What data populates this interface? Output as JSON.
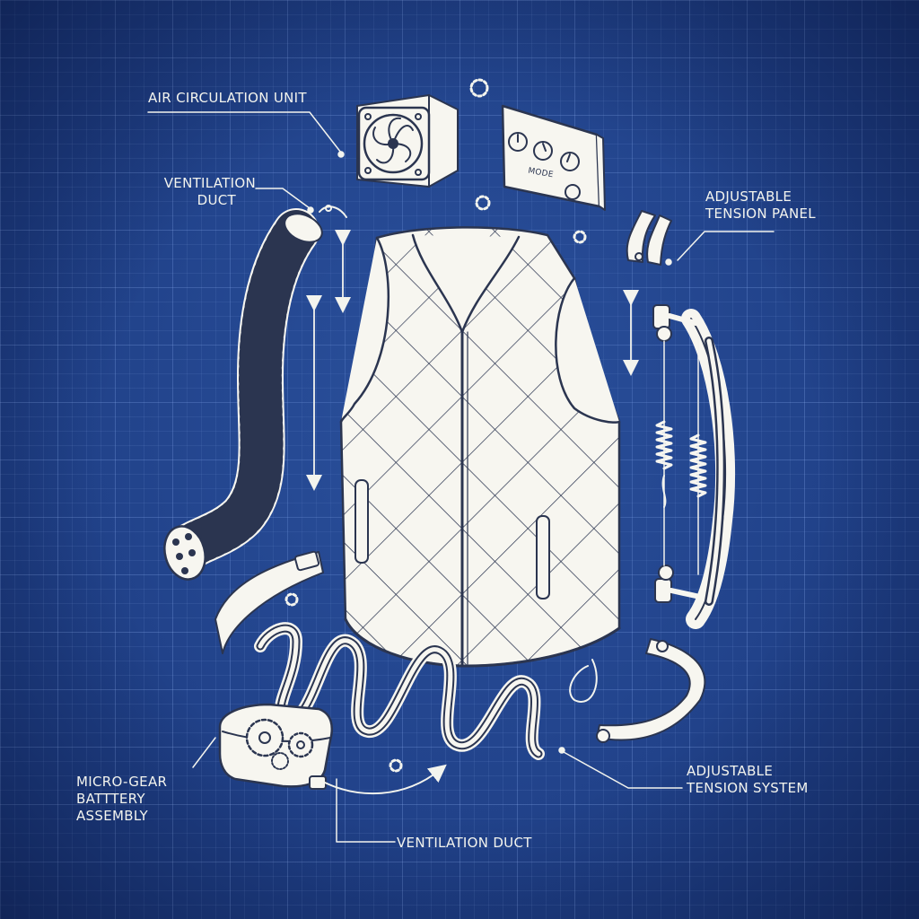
{
  "labels": {
    "air_circulation_unit": "AIR CIRCULATION UNIT",
    "ventilation_duct_top_line1": "VENTILATION",
    "ventilation_duct_top_line2": "DUCT",
    "tension_panel_line1": "ADJUSTABLE",
    "tension_panel_line2": "TENSION PANEL",
    "battery_line1": "MICRO-GEAR",
    "battery_line2": "BATTTERY",
    "battery_line3": "ASSEMBLY",
    "ventilation_duct_bottom": "VENTILATION DUCT",
    "tension_system_line1": "ADJUSTABLE",
    "tension_system_line2": "TENSION SYSTEM"
  },
  "control_panel": {
    "mode_text": "MODE"
  },
  "colors": {
    "background": "#1f3f86",
    "line": "#f3f4ee",
    "fill": "#f7f6f0"
  }
}
